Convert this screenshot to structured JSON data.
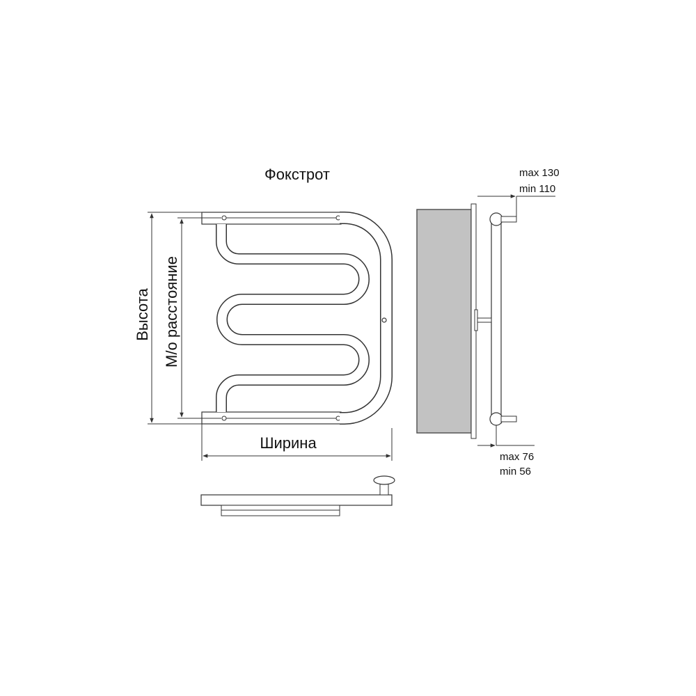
{
  "title": "Фокстрот",
  "labels": {
    "height": "Высота",
    "center_distance": "М/о расстояние",
    "width": "Ширина"
  },
  "wall_offset": {
    "max": "max 130",
    "min": "min 110"
  },
  "pipe_offset": {
    "max": "max 76",
    "min": "min 56"
  },
  "colors": {
    "pipe_outline": "#333333",
    "pipe_fill": "#ffffff",
    "wall": "#c2c2c2",
    "wall_edge": "#555555",
    "dimension_line": "#333333",
    "text": "#111111"
  }
}
